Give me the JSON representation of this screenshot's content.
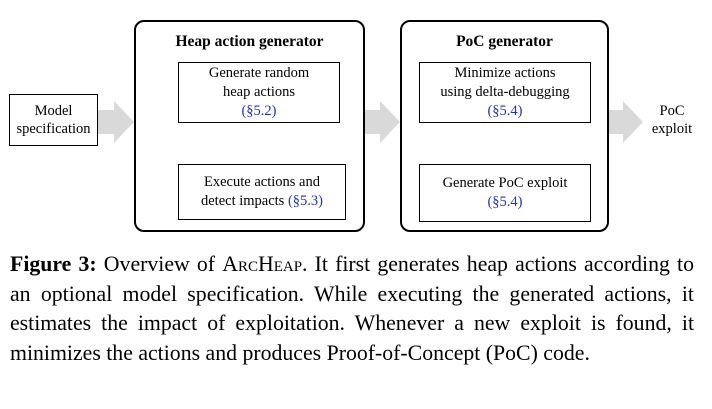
{
  "inputs": {
    "model_spec_line1": "Model",
    "model_spec_line2": "specification"
  },
  "heap_group": {
    "title": "Heap action generator",
    "box1_line1": "Generate random",
    "box1_line2": "heap actions",
    "box1_ref": "(§5.2)",
    "box2_line1": "Execute actions and",
    "box2_line2_text": "detect impacts ",
    "box2_ref": "(§5.3)"
  },
  "poc_group": {
    "title": "PoC generator",
    "box1_line1": "Minimize actions",
    "box1_line2": "using delta-debugging",
    "box1_ref": "(§5.4)",
    "box2_line1": "Generate PoC exploit",
    "box2_ref": "(§5.4)"
  },
  "outputs": {
    "poc_exploit_line1": "PoC",
    "poc_exploit_line2": "exploit"
  },
  "caption": {
    "label": "Figure 3:",
    "text_before": " Overview of ",
    "tool_name": "ArcHeap",
    "text_after": ". It first generates heap actions according to an optional model specification. While executing the generated actions, it estimates the impact of exploitation. Whenever a new exploit is found, it minimizes the actions and produces Proof-of-Concept (PoC) code."
  },
  "colors": {
    "arrow_fill": "#d9d9d9",
    "reference_link": "#2233bb"
  }
}
